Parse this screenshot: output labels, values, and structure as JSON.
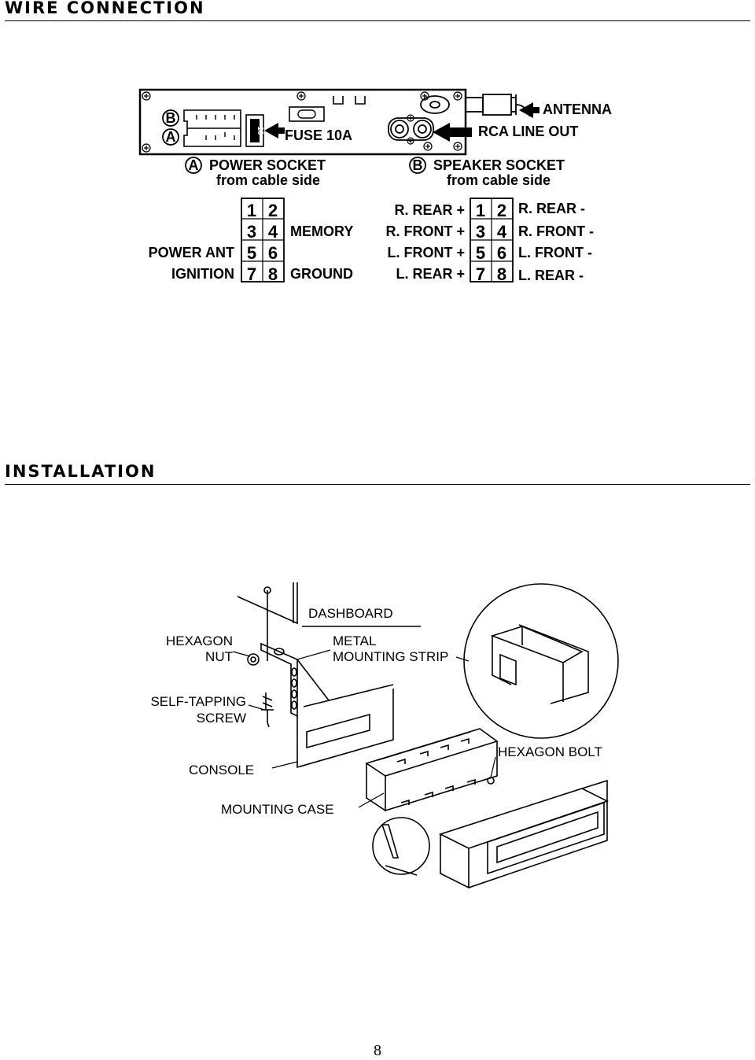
{
  "sections": {
    "wire": "WIRE CONNECTION",
    "install": "INSTALLATION"
  },
  "wiring": {
    "socket_a": "A",
    "socket_b": "B",
    "fuse": "FUSE 10A",
    "fuse_marking": "10",
    "antenna": "ANTENNA",
    "rca": "RCA LINE OUT",
    "power_socket": "POWER SOCKET",
    "power_socket_sub": "from cable side",
    "speaker_socket": "SPEAKER SOCKET",
    "speaker_socket_sub": "from cable side",
    "power_pins": {
      "left": [
        "",
        "",
        "POWER ANT",
        "IGNITION"
      ],
      "right": [
        "",
        "MEMORY",
        "",
        "GROUND"
      ]
    },
    "speaker_pins": {
      "left": [
        "R. REAR +",
        "R. FRONT +",
        "L. FRONT +",
        "L. REAR +"
      ],
      "right": [
        "R. REAR -",
        "R. FRONT -",
        "L. FRONT -",
        "L. REAR -"
      ]
    },
    "pin_numbers": [
      [
        "1",
        "2"
      ],
      [
        "3",
        "4"
      ],
      [
        "5",
        "6"
      ],
      [
        "7",
        "8"
      ]
    ]
  },
  "installation": {
    "dashboard": "DASHBOARD",
    "hexagon_nut_1": "HEXAGON",
    "hexagon_nut_2": "NUT",
    "metal_strip_1": "METAL",
    "metal_strip_2": "MOUNTING STRIP",
    "self_tapping_1": "SELF-TAPPING",
    "self_tapping_2": "SCREW",
    "hexagon_bolt": "HEXAGON BOLT",
    "console": "CONSOLE",
    "mounting_case": "MOUNTING CASE"
  },
  "page_number": "8"
}
